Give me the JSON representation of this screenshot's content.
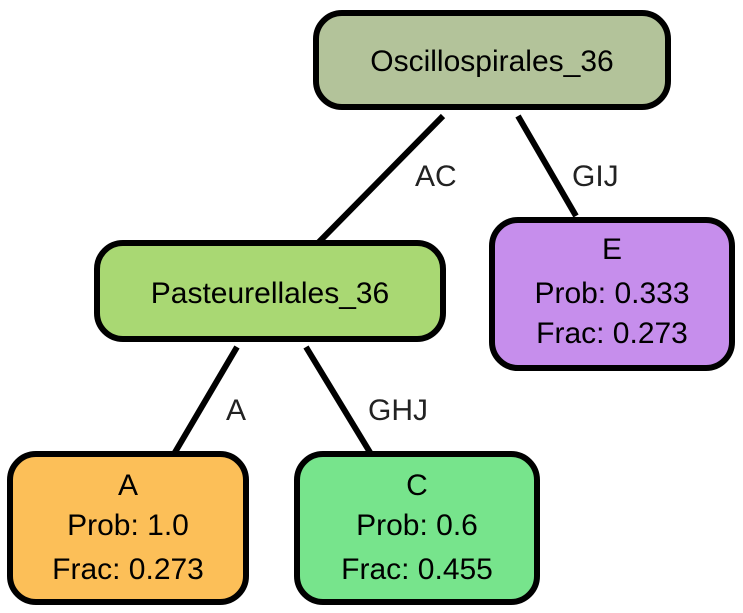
{
  "tree": {
    "nodes": {
      "root": {
        "lines": [
          "Oscillospirales_36"
        ],
        "color": "#b3c39a"
      },
      "past": {
        "lines": [
          "Pasteurellales_36"
        ],
        "color": "#a9d873"
      },
      "e": {
        "lines": [
          "E",
          "Prob: 0.333",
          "Frac: 0.273"
        ],
        "color": "#c68eec"
      },
      "a": {
        "lines": [
          "A",
          "Prob: 1.0",
          "Frac: 0.273"
        ],
        "color": "#fcbf58"
      },
      "c": {
        "lines": [
          "C",
          "Prob: 0.6",
          "Frac: 0.455"
        ],
        "color": "#77e48c"
      }
    },
    "edges": [
      {
        "from": "root",
        "to": "past",
        "label": "AC"
      },
      {
        "from": "root",
        "to": "e",
        "label": "GIJ"
      },
      {
        "from": "past",
        "to": "a",
        "label": "A"
      },
      {
        "from": "past",
        "to": "c",
        "label": "GHJ"
      }
    ]
  }
}
